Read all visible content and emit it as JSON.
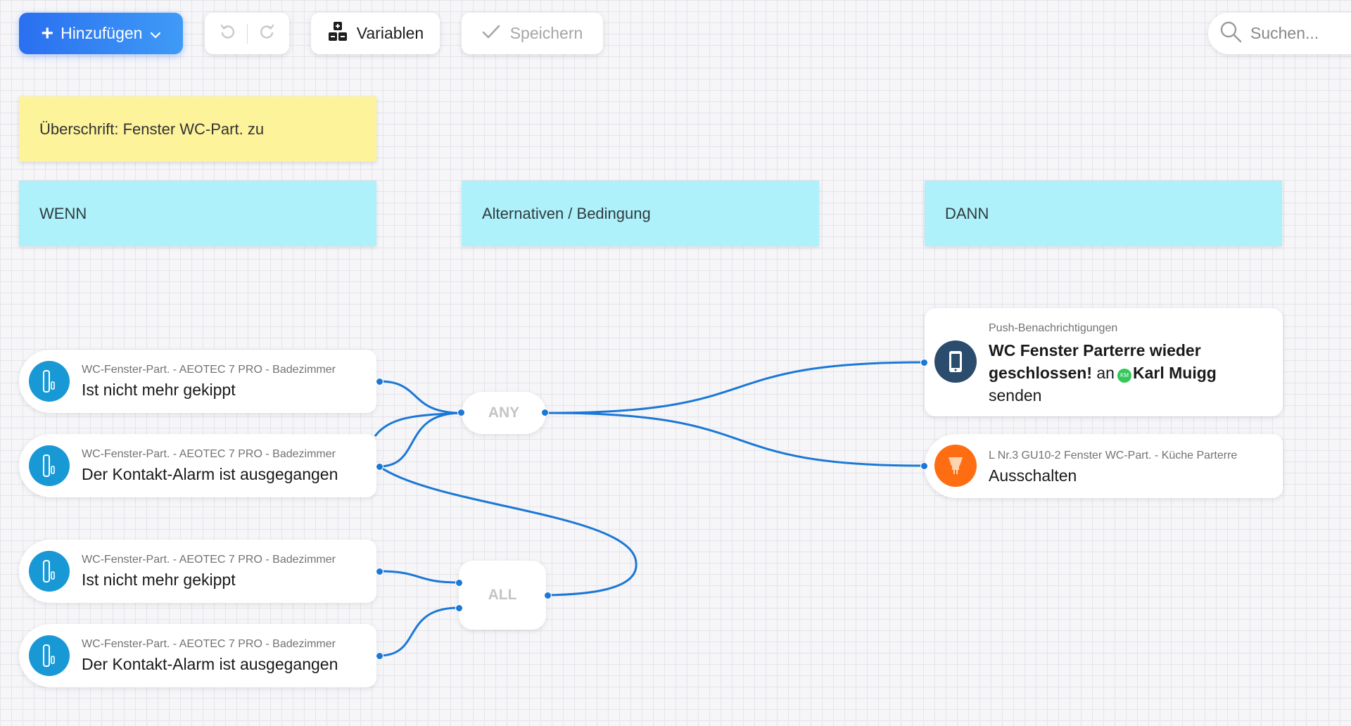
{
  "toolbar": {
    "add_label": "Hinzufügen",
    "add_icon": "plus-icon",
    "add_dropdown_icon": "chevron-down-icon",
    "undo_icon": "undo-icon",
    "redo_icon": "redo-icon",
    "variables_label": "Variablen",
    "variables_icon": "variables-icon",
    "save_label": "Speichern",
    "save_icon": "check-icon"
  },
  "search": {
    "placeholder": "Suchen...",
    "icon": "search-icon"
  },
  "heading_note": "Überschrift: Fenster WC-Part. zu",
  "columns": {
    "when": "WENN",
    "alternatives": "Alternativen / Bedingung",
    "then": "DANN"
  },
  "triggers": [
    {
      "device": "WC-Fenster-Part. - AEOTEC 7 PRO - Badezimmer",
      "condition": "Ist nicht mehr gekippt",
      "icon": "window-sensor-icon"
    },
    {
      "device": "WC-Fenster-Part. - AEOTEC 7 PRO - Badezimmer",
      "condition": "Der Kontakt-Alarm ist ausgegangen",
      "icon": "window-sensor-icon"
    },
    {
      "device": "WC-Fenster-Part. - AEOTEC 7 PRO - Badezimmer",
      "condition": "Ist nicht mehr gekippt",
      "icon": "window-sensor-icon"
    },
    {
      "device": "WC-Fenster-Part. - AEOTEC 7 PRO - Badezimmer",
      "condition": "Der Kontakt-Alarm ist ausgegangen",
      "icon": "window-sensor-icon"
    }
  ],
  "gates": {
    "any": "ANY",
    "all": "ALL"
  },
  "actions": {
    "push": {
      "category": "Push-Benachrichtigungen",
      "message": "WC Fenster Parterre wieder geschlossen!",
      "connector": "an",
      "recipient_initials": "KM",
      "recipient": "Karl Muigg",
      "verb": "senden",
      "icon": "smartphone-icon"
    },
    "light": {
      "device": "L Nr.3 GU10-2 Fenster WC-Part. - Küche Parterre",
      "command": "Ausschalten",
      "icon": "bulb-icon"
    }
  },
  "colors": {
    "primary": "#2a6ff0",
    "wire": "#1b78d6",
    "note": "#fdf39b",
    "column_header": "#aef1fb",
    "sensor_icon": "#1899d6",
    "push_icon": "#2b4c6c",
    "light_icon": "#ff6d12",
    "badge": "#34c759"
  }
}
